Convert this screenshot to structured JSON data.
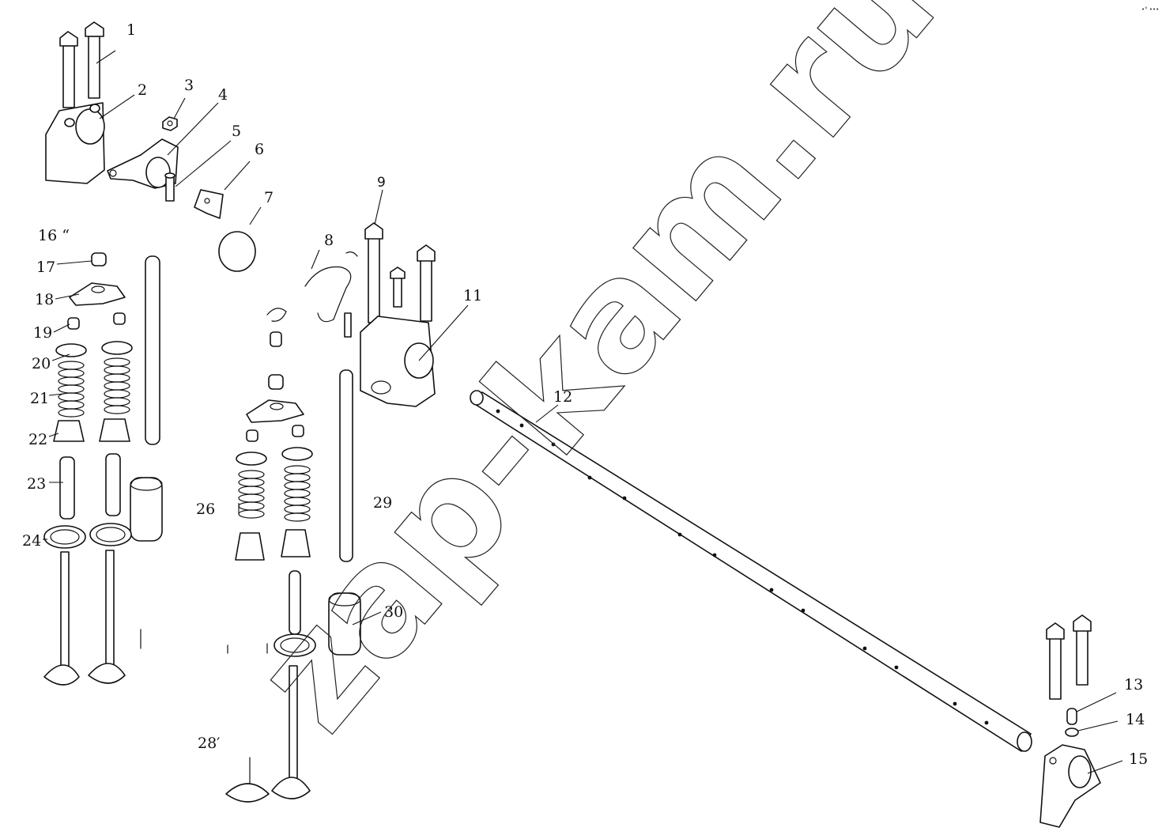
{
  "watermark": "zap-kam.ru",
  "corner_mark": "•° •••",
  "callouts": {
    "c1": "1",
    "c2": "2",
    "c3": "3",
    "c4": "4",
    "c5": "5",
    "c6": "6",
    "c7": "7",
    "c8": "8",
    "c9": "9",
    "c11": "11",
    "c12": "12",
    "c13": "13",
    "c14": "14",
    "c15": "15",
    "c16": "16 “",
    "c17": "17",
    "c18": "18",
    "c19": "19",
    "c20": "20",
    "c21": "21",
    "c22": "22",
    "c23": "23",
    "c24": "24",
    "c26": "26",
    "c28": "28′",
    "c29": "29",
    "c30": "30"
  }
}
